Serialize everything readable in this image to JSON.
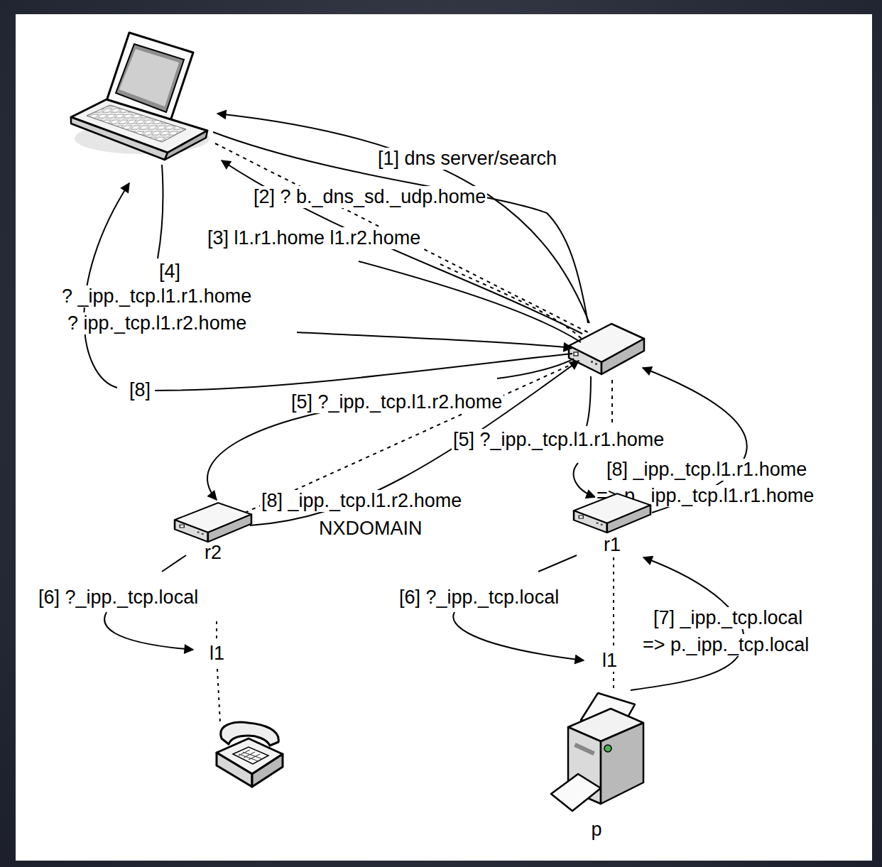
{
  "diagram": {
    "nodes": [
      {
        "text": [
          "r2"
        ]
      },
      {
        "text": [
          "r1"
        ]
      },
      {
        "text": [
          "p"
        ]
      }
    ],
    "edges": [
      {
        "from": 1,
        "to": 2,
        "arrow": "none"
      },
      {
        "from": 2,
        "to": 1,
        "arrow": "to"
      }
    ],
    "labels": [
      "[1] dns server/search",
      "[2] ? b._dns_sd._udp.home",
      "[3] l1.r1.home l1.r2.home",
      "[4]",
      "? _ipp._tcp.l1.r1.home",
      "? ipp._tcp.l1.r2.home",
      "[8]",
      "[5] ?_ipp._tcp.l1.r2.home",
      "[5] ?_ipp._tcp.l1.r1.home",
      "[8] _ipp._tcp.l1.r1.home",
      "=> p._ipp._tcp.l1.r1.home",
      "[8] _ipp._tcp.l1.r2.home",
      "NXDOMAIN",
      "[6] ?_ipp._tcp.local",
      "[6] ?_ipp._tcp.local",
      "l1",
      "l1",
      "[7] _ipp._tcp.local",
      "=> p._ipp._tcp.local"
    ]
  }
}
